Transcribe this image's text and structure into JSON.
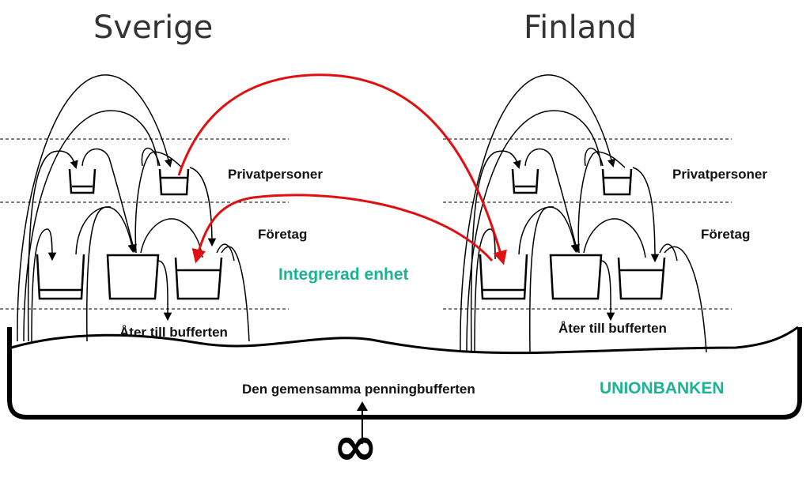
{
  "titles": {
    "left": "Sverige",
    "right": "Finland"
  },
  "labels": {
    "privatpersoner": "Privatpersoner",
    "foretag": "Företag",
    "ater_till_bufferten": "Åter till bufferten",
    "integrerad_enhet": "Integrerad enhet",
    "gemensamma_buffert": "Den gemensamma penningbufferten",
    "unionbanken": "UNIONBANKEN"
  },
  "infinity": "∞",
  "colors": {
    "accent_teal": "#1ab394",
    "flow_red": "#e01010",
    "ink": "#000000"
  }
}
